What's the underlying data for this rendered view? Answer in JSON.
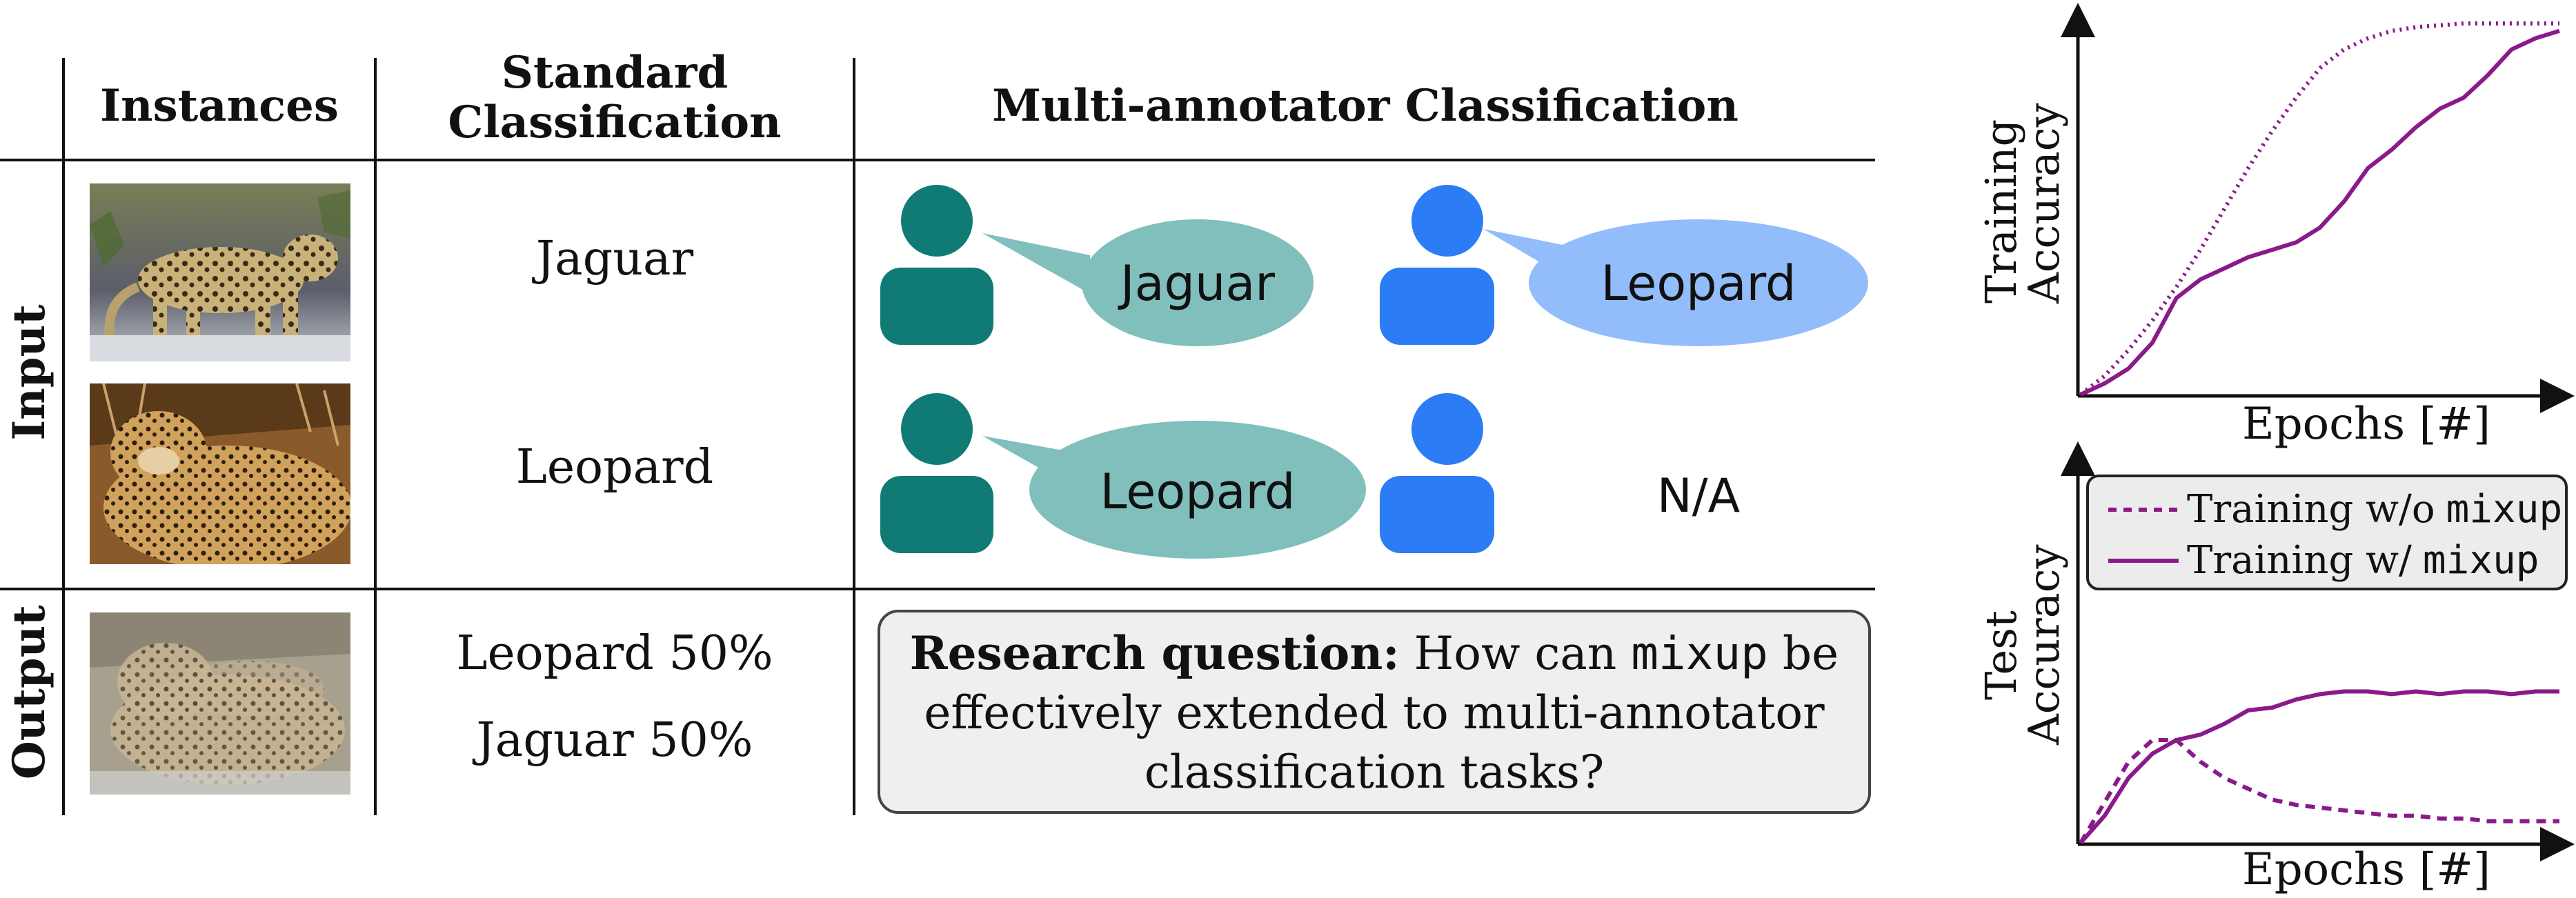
{
  "table": {
    "headers": {
      "instances": "Instances",
      "standard": [
        "Standard",
        "Classification"
      ],
      "multi": "Multi-annotator Classification"
    },
    "rows": {
      "input_label": "Input",
      "output_label": "Output"
    },
    "standard": {
      "row1": "Jaguar",
      "row2": "Leopard",
      "out1": "Leopard 50%",
      "out2": "Jaguar 50%"
    },
    "annotators": {
      "a1_r1": "Jaguar",
      "a2_r1": "Leopard",
      "a1_r2": "Leopard",
      "a2_r2": "N/A",
      "colors": {
        "annotator1": "#0f7b74",
        "bubble1": "#80bfbb",
        "annotator2": "#2b7cf5",
        "bubble2": "#93bcfb"
      }
    },
    "research": {
      "bold": "Research question:",
      "pre": "How can",
      "code": "mixup",
      "post": "be",
      "line2": "effectively extended to multi-annotator",
      "line3": "classification tasks?"
    }
  },
  "chart_data": [
    {
      "type": "line",
      "ylabel": [
        "Training",
        "Accuracy"
      ],
      "xlabel": "Epochs [#]",
      "colors": {
        "series": "#8a1a8a"
      },
      "series": [
        {
          "style": "dotted",
          "x": [
            0,
            5,
            10,
            15,
            20,
            25,
            30,
            35,
            40,
            45,
            50,
            55,
            60,
            65,
            70,
            75,
            80,
            85,
            90,
            95,
            100
          ],
          "y": [
            0,
            0.05,
            0.12,
            0.2,
            0.29,
            0.39,
            0.5,
            0.61,
            0.71,
            0.8,
            0.88,
            0.93,
            0.96,
            0.98,
            0.99,
            0.995,
            1.0,
            1.0,
            1.0,
            1.0,
            1.0
          ]
        },
        {
          "style": "solid",
          "x": [
            0,
            5,
            10,
            15,
            20,
            25,
            30,
            35,
            40,
            45,
            50,
            55,
            60,
            65,
            70,
            75,
            80,
            85,
            90,
            95,
            100
          ],
          "y": [
            0,
            0.03,
            0.07,
            0.14,
            0.26,
            0.31,
            0.34,
            0.37,
            0.39,
            0.41,
            0.45,
            0.52,
            0.61,
            0.66,
            0.72,
            0.77,
            0.8,
            0.86,
            0.93,
            0.96,
            0.98
          ]
        }
      ]
    },
    {
      "type": "line",
      "ylabel": [
        "Test",
        "Accuracy"
      ],
      "xlabel": "Epochs [#]",
      "legend": {
        "position": "top",
        "entries": [
          {
            "style": "dashed",
            "pre": "Training w/o",
            "code": "mixup"
          },
          {
            "style": "solid",
            "pre": "Training w/",
            "code": "mixup"
          }
        ]
      },
      "series": [
        {
          "style": "dashed",
          "x": [
            0,
            5,
            10,
            15,
            20,
            25,
            30,
            35,
            40,
            45,
            50,
            55,
            60,
            65,
            70,
            75,
            80,
            85,
            90,
            95,
            100
          ],
          "y": [
            0,
            0.15,
            0.3,
            0.38,
            0.38,
            0.3,
            0.24,
            0.2,
            0.16,
            0.14,
            0.13,
            0.12,
            0.11,
            0.1,
            0.1,
            0.09,
            0.09,
            0.08,
            0.08,
            0.08,
            0.08
          ]
        },
        {
          "style": "solid",
          "x": [
            0,
            5,
            10,
            15,
            20,
            25,
            30,
            35,
            40,
            45,
            50,
            55,
            60,
            65,
            70,
            75,
            80,
            85,
            90,
            95,
            100
          ],
          "y": [
            0,
            0.1,
            0.24,
            0.33,
            0.38,
            0.4,
            0.44,
            0.49,
            0.5,
            0.53,
            0.55,
            0.56,
            0.56,
            0.55,
            0.56,
            0.55,
            0.56,
            0.56,
            0.55,
            0.56,
            0.56
          ]
        }
      ]
    }
  ]
}
